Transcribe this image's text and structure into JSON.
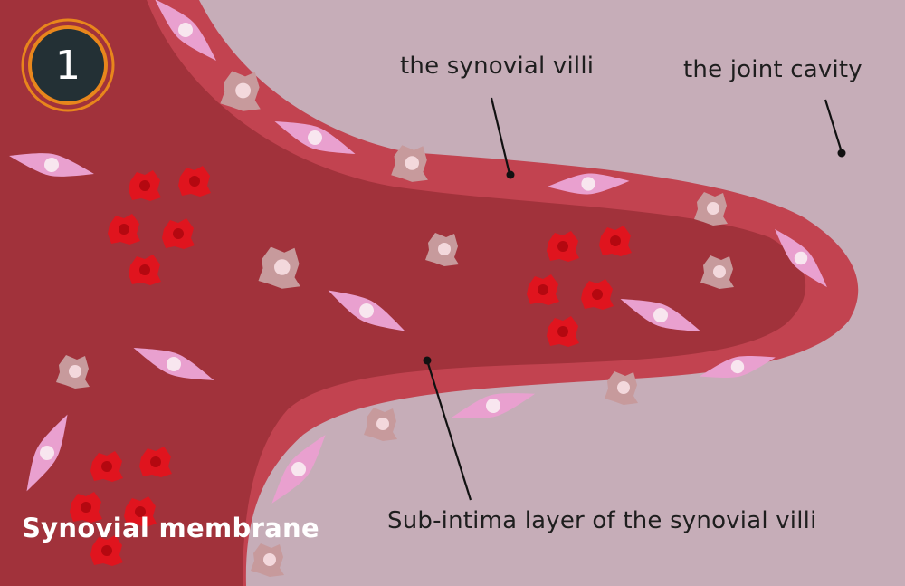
{
  "step": {
    "number": "1"
  },
  "labels": {
    "synovial_villi": "the synovial villi",
    "joint_cavity": "the joint cavity",
    "sub_intima": "Sub-intima layer of the synovial villi",
    "synovial_membrane": "Synovial membrane"
  },
  "colors": {
    "joint_cavity": "#c6adb8",
    "sub_intima": "#a1323b",
    "intima_layer": "#c24350",
    "fibroblast_cell": "#e9a0cf",
    "macrophage_cell": "#c79a9c",
    "red_blood_cell": "#e0141e",
    "badge_ring": "#e8861c",
    "badge_fill": "#233035"
  },
  "icons": {
    "fibroblast": "spindle-cell-icon",
    "macrophage": "irregular-cell-icon",
    "blood_cell": "red-blood-cell-icon"
  }
}
